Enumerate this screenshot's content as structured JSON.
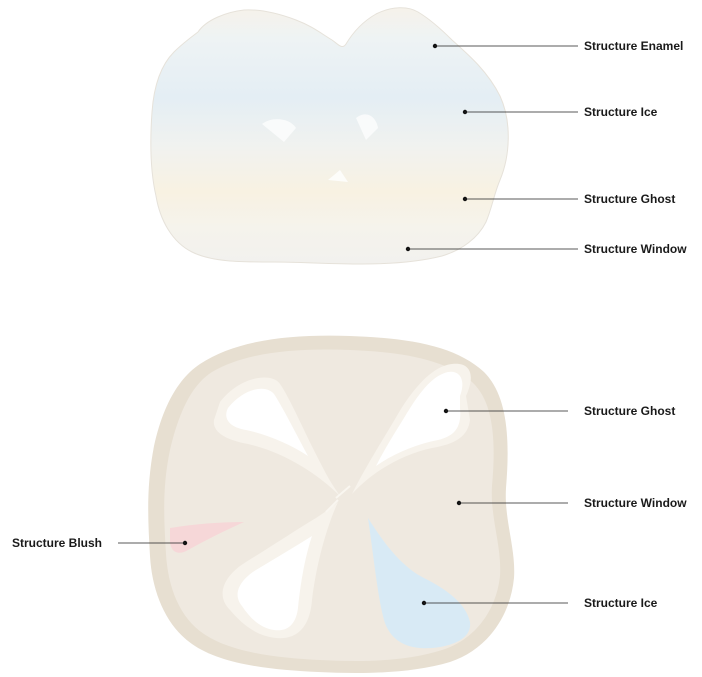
{
  "views": {
    "top": {
      "labels": [
        "Structure Enamel",
        "Structure Ice",
        "Structure Ghost",
        "Structure Window"
      ]
    },
    "bottom": {
      "labels": [
        "Structure Ghost",
        "Structure Window",
        "Structure Blush",
        "Structure Ice"
      ]
    }
  },
  "colors": {
    "enamel": "#f6f1e6",
    "ice": "#d9ebf5",
    "ghost": "#fbf3df",
    "window": "#f1ece3",
    "blush": "#f7d6d8",
    "occlusal_body": "#eee7dd",
    "occlusal_rim": "#e9e0d2",
    "ghost_white": "#ffffff",
    "ice_blue": "#d6e9f4"
  }
}
